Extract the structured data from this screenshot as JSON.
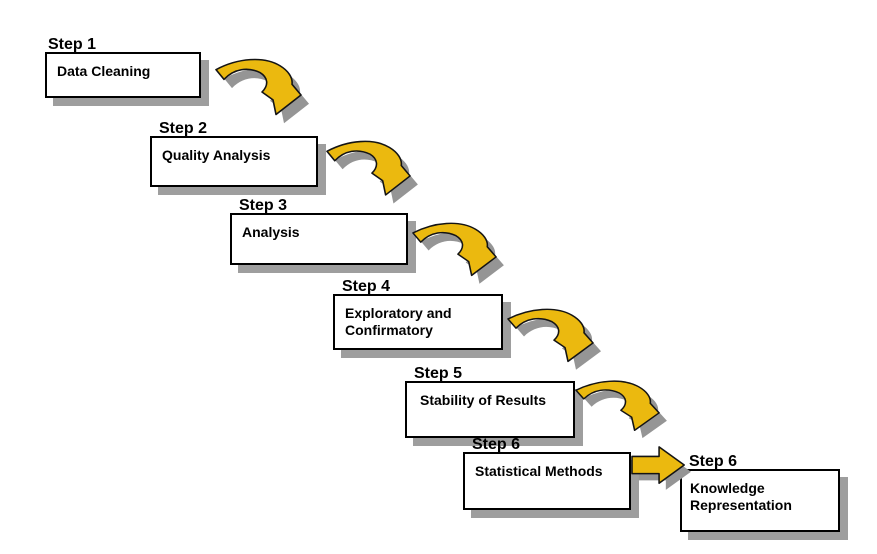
{
  "diagram": {
    "kind": "process-steps-staircase",
    "direction": "top-left to bottom-right",
    "background": "#ffffff"
  },
  "colors": {
    "arrow_fill": "#EBB90F",
    "arrow_shadow": "#959595",
    "box_shadow": "#9E9E9E",
    "box_border": "#000000",
    "box_fill": "#FFFFFF",
    "text": "#000000"
  },
  "steps": [
    {
      "label": "Step 1",
      "text": "Data Cleaning"
    },
    {
      "label": "Step 2",
      "text": "Quality Analysis"
    },
    {
      "label": "Step 3",
      "text": "Analysis"
    },
    {
      "label": "Step 4",
      "text": "Exploratory and Confirmatory"
    },
    {
      "label": "Step 5",
      "text": "Stability of Results"
    },
    {
      "label": "Step 6",
      "text": "Statistical Methods"
    },
    {
      "label": "Step 6",
      "text": "Knowledge Representation"
    }
  ],
  "connectors": {
    "curved_arrows": 5,
    "block_arrows": 1,
    "block_arrow_direction": "right"
  }
}
